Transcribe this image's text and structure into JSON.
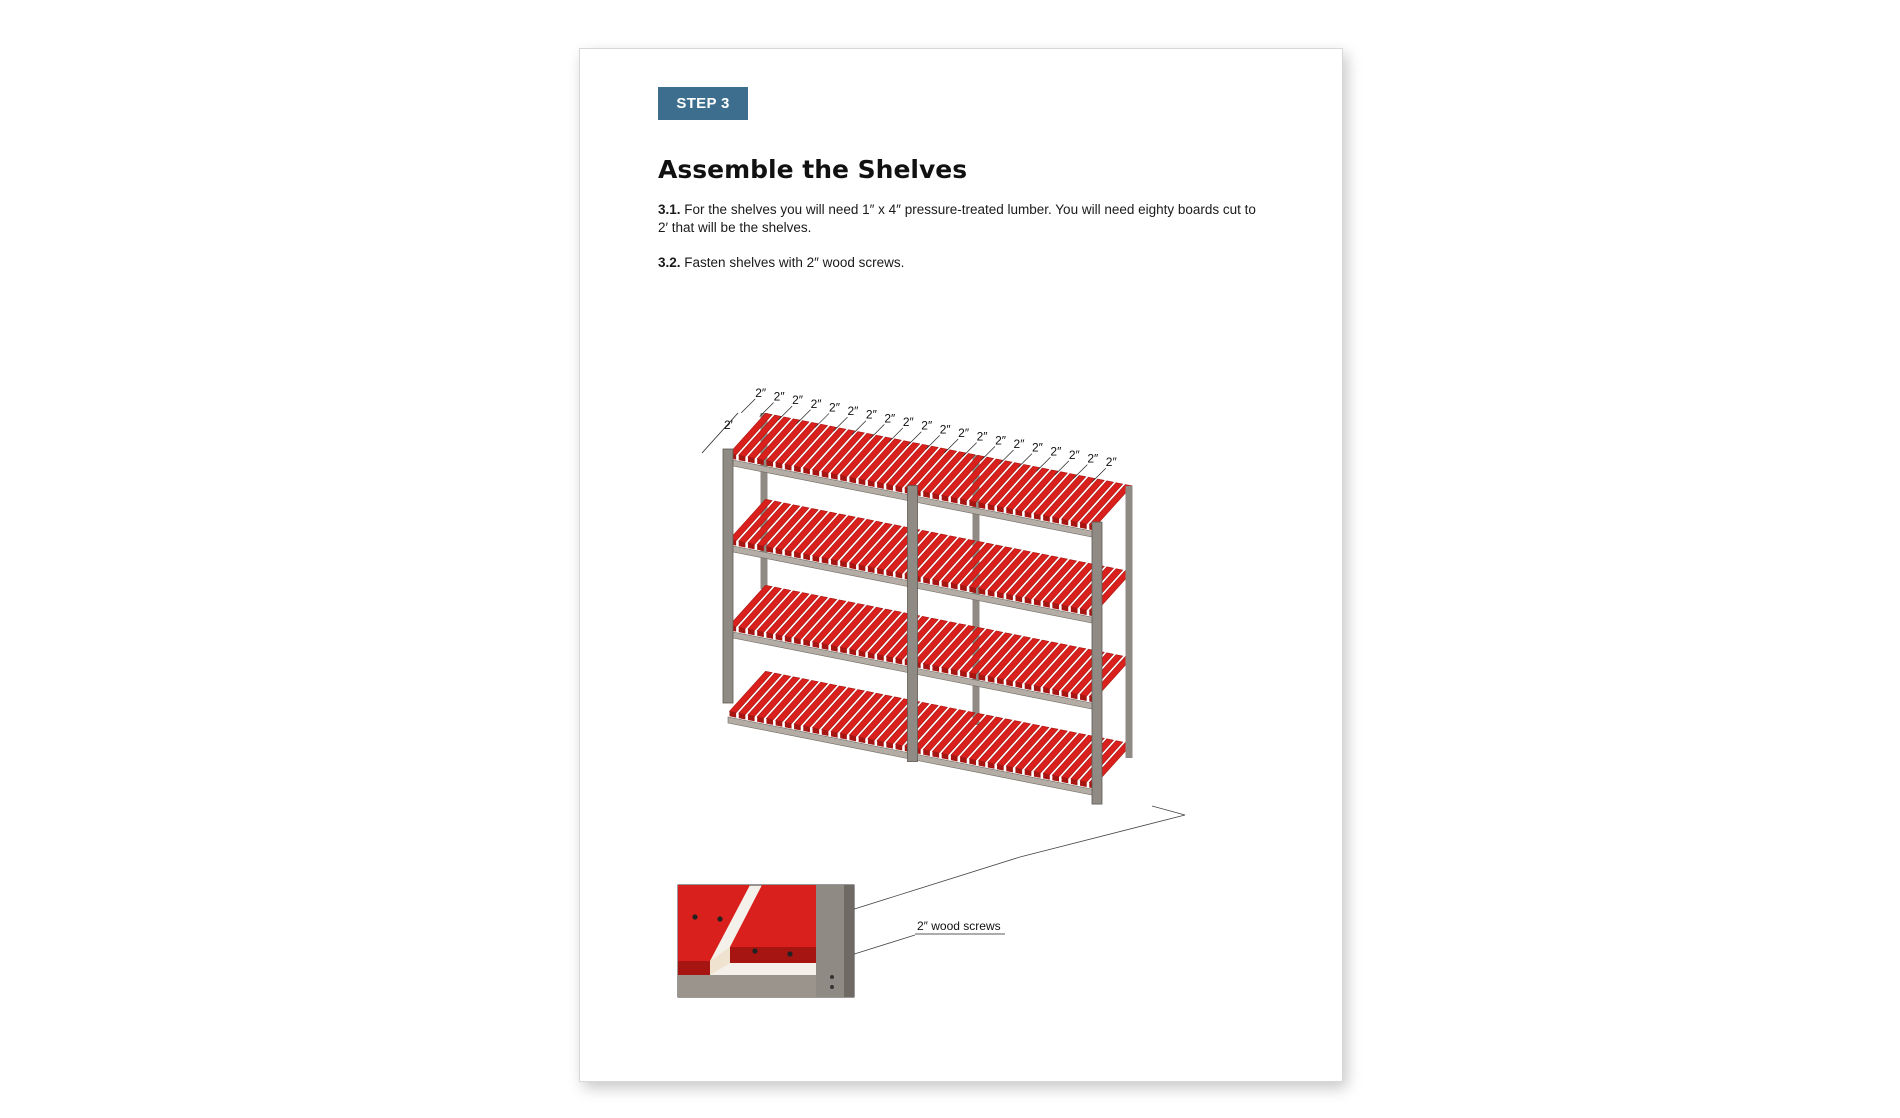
{
  "step": {
    "label": "STEP 3"
  },
  "title": "Assemble the Shelves",
  "instructions": [
    {
      "num": "3.1.",
      "text": "For the shelves you will need 1″ x 4″ pressure-treated lumber. You will need eighty boards cut to 2′ that will be the shelves."
    },
    {
      "num": "3.2.",
      "text": "Fasten shelves with 2″ wood screws."
    }
  ],
  "illustration": {
    "depth_label": "2′",
    "gap_label": "2″",
    "gap_count": 20,
    "callout_label": "2″ wood screws",
    "colors": {
      "board": "#d9201c",
      "board_dark": "#a61512",
      "frame": "#8f8a83",
      "frame_light": "#b3ada5"
    }
  }
}
